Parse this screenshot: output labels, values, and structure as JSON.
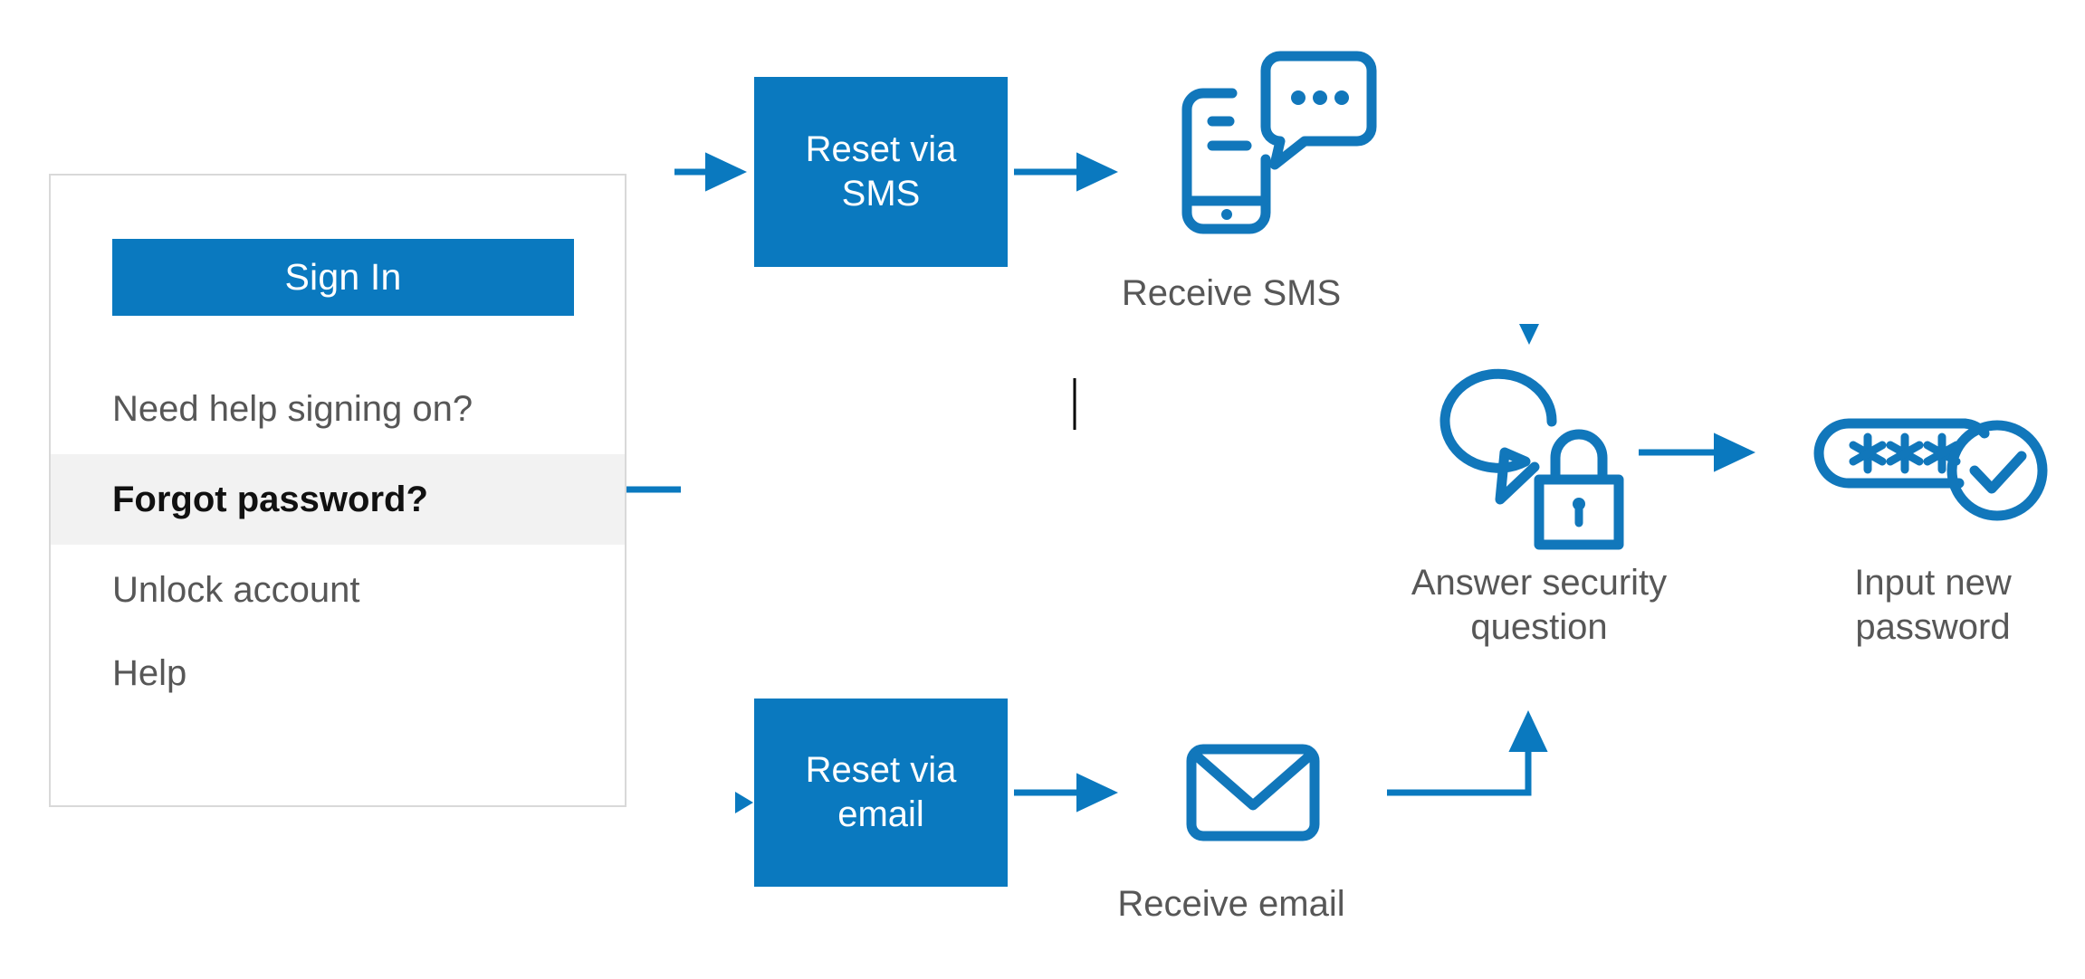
{
  "theme": {
    "brand_blue": "#0A79BF",
    "icon_blue": "#1177BB",
    "text_gray": "#575757",
    "panel_border": "#d9d9d9",
    "highlight_bg": "#f2f2f2",
    "background": "#ffffff"
  },
  "signin_panel": {
    "name": "sign-in-widget",
    "primary_button": {
      "label": "Sign In"
    },
    "links": [
      {
        "label": "Need help signing on?",
        "state": "normal"
      },
      {
        "label": "Forgot password?",
        "state": "hovered"
      },
      {
        "label": "Unlock account",
        "state": "normal"
      },
      {
        "label": "Help",
        "state": "normal"
      }
    ]
  },
  "flow": {
    "branches": [
      {
        "id": "sms",
        "action_box": {
          "line1": "Reset via",
          "line2": "SMS"
        },
        "result_icon": "phone-sms-icon",
        "result_caption": "Receive SMS"
      },
      {
        "id": "email",
        "action_box": {
          "line1": "Reset via",
          "line2": "email"
        },
        "result_icon": "envelope-icon",
        "result_caption": "Receive email"
      }
    ],
    "steps": [
      {
        "id": "security-question",
        "icon": "speech-bubble-lock-icon",
        "caption_line1": "Answer security",
        "caption_line2": "question"
      },
      {
        "id": "new-password",
        "icon": "password-asterisks-check-icon",
        "caption_line1": "Input new",
        "caption_line2": "password"
      }
    ],
    "password_mask": "***"
  },
  "cursor": {
    "type": "arrow-pointer",
    "over": "Forgot password?"
  },
  "text_caret": {
    "visible": true
  }
}
